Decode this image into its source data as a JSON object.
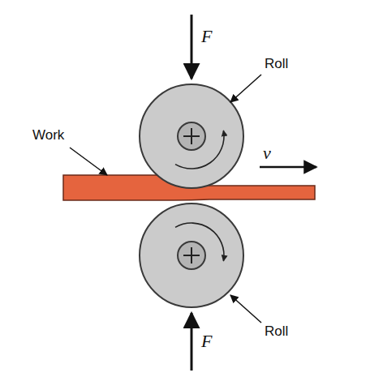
{
  "diagram": {
    "labels": [
      "F",
      "Roll",
      "Work",
      "v",
      "Roll",
      "F"
    ]
  }
}
